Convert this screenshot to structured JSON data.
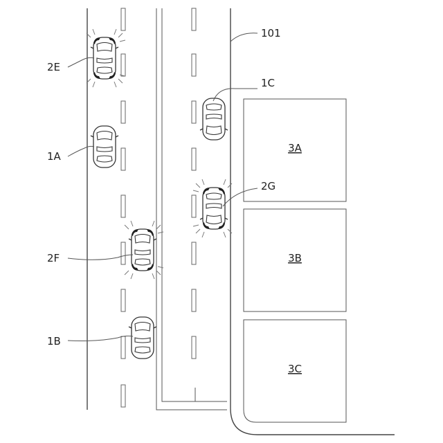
{
  "figure": {
    "road_label": "101",
    "cars": [
      {
        "id": "2E",
        "label": "2E",
        "hazard": true
      },
      {
        "id": "1A",
        "label": "1A",
        "hazard": false
      },
      {
        "id": "2F",
        "label": "2F",
        "hazard": true
      },
      {
        "id": "1B",
        "label": "1B",
        "hazard": false
      },
      {
        "id": "1C",
        "label": "1C",
        "hazard": false
      },
      {
        "id": "2G",
        "label": "2G",
        "hazard": true
      }
    ],
    "lots": [
      {
        "id": "3A",
        "label": "3A"
      },
      {
        "id": "3B",
        "label": "3B"
      },
      {
        "id": "3C",
        "label": "3C"
      }
    ]
  }
}
